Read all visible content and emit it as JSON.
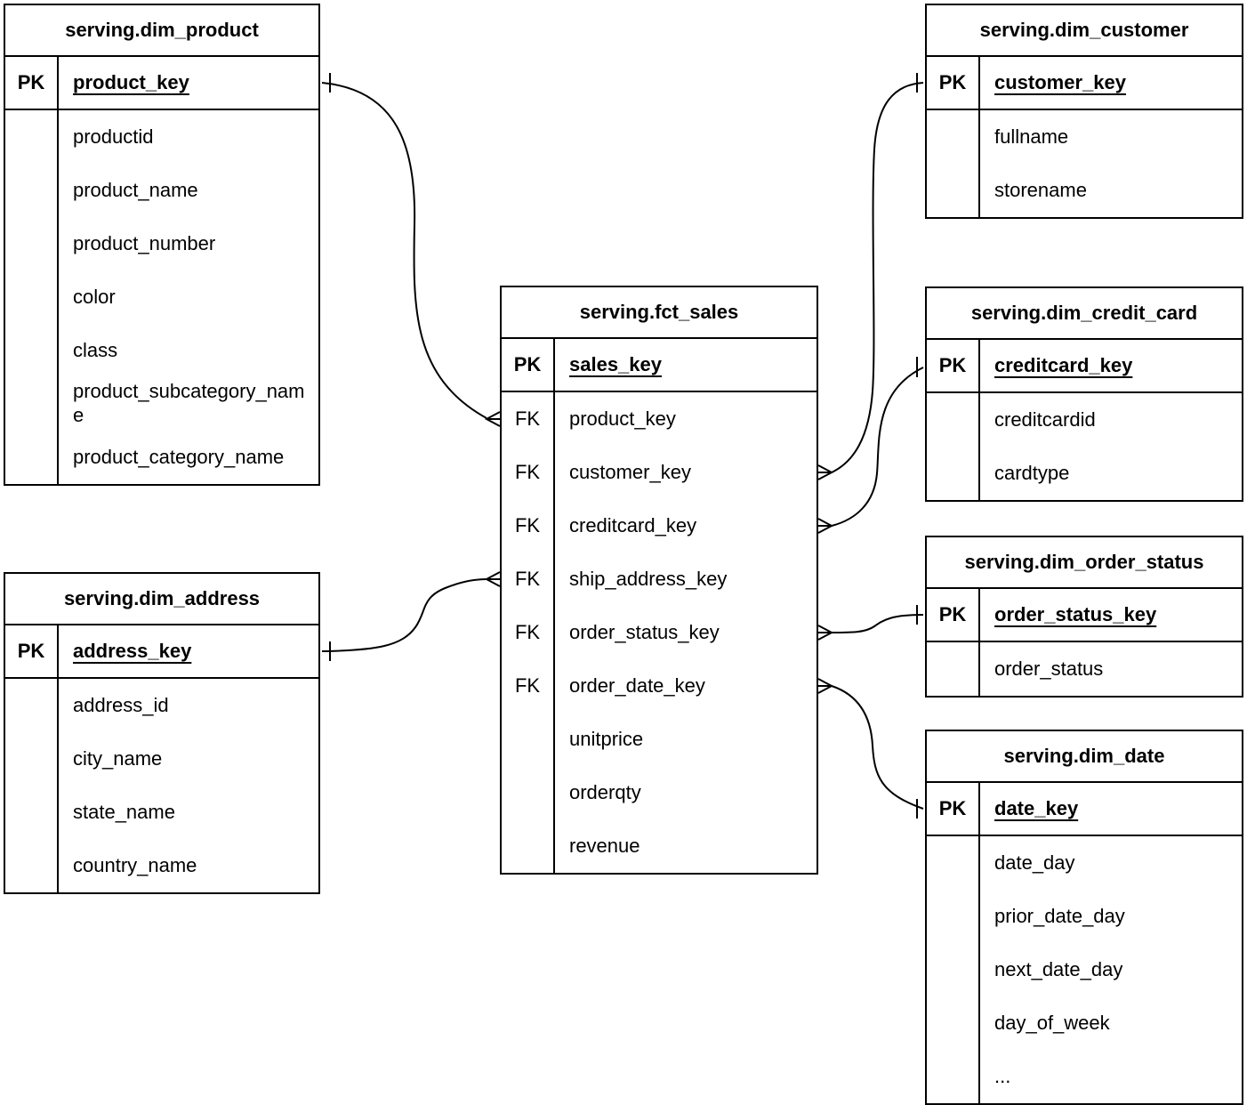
{
  "colors": {
    "line": "#000000",
    "background": "#ffffff",
    "text": "#000000"
  },
  "entities": [
    {
      "id": "dim_product",
      "title": "serving.dim_product",
      "pk": {
        "label": "PK",
        "field": "product_key"
      },
      "fields": [
        {
          "label": "",
          "name": "productid"
        },
        {
          "label": "",
          "name": "product_name"
        },
        {
          "label": "",
          "name": "product_number"
        },
        {
          "label": "",
          "name": "color"
        },
        {
          "label": "",
          "name": "class"
        },
        {
          "label": "",
          "name": "product_subcategory_name"
        },
        {
          "label": "",
          "name": "product_category_name"
        }
      ]
    },
    {
      "id": "dim_customer",
      "title": "serving.dim_customer",
      "pk": {
        "label": "PK",
        "field": "customer_key"
      },
      "fields": [
        {
          "label": "",
          "name": "fullname"
        },
        {
          "label": "",
          "name": "storename"
        }
      ]
    },
    {
      "id": "fct_sales",
      "title": "serving.fct_sales",
      "pk": {
        "label": "PK",
        "field": "sales_key"
      },
      "fields": [
        {
          "label": "FK",
          "name": "product_key"
        },
        {
          "label": "FK",
          "name": "customer_key"
        },
        {
          "label": "FK",
          "name": "creditcard_key"
        },
        {
          "label": "FK",
          "name": "ship_address_key"
        },
        {
          "label": "FK",
          "name": "order_status_key"
        },
        {
          "label": "FK",
          "name": "order_date_key"
        },
        {
          "label": "",
          "name": "unitprice"
        },
        {
          "label": "",
          "name": "orderqty"
        },
        {
          "label": "",
          "name": "revenue"
        }
      ]
    },
    {
      "id": "dim_credit_card",
      "title": "serving.dim_credit_card",
      "pk": {
        "label": "PK",
        "field": "creditcard_key"
      },
      "fields": [
        {
          "label": "",
          "name": "creditcardid"
        },
        {
          "label": "",
          "name": "cardtype"
        }
      ]
    },
    {
      "id": "dim_order_status",
      "title": "serving.dim_order_status",
      "pk": {
        "label": "PK",
        "field": "order_status_key"
      },
      "fields": [
        {
          "label": "",
          "name": "order_status"
        }
      ]
    },
    {
      "id": "dim_date",
      "title": "serving.dim_date",
      "pk": {
        "label": "PK",
        "field": "date_key"
      },
      "fields": [
        {
          "label": "",
          "name": "date_day"
        },
        {
          "label": "",
          "name": "prior_date_day"
        },
        {
          "label": "",
          "name": "next_date_day"
        },
        {
          "label": "",
          "name": "day_of_week"
        },
        {
          "label": "",
          "name": "..."
        }
      ]
    },
    {
      "id": "dim_address",
      "title": "serving.dim_address",
      "pk": {
        "label": "PK",
        "field": "address_key"
      },
      "fields": [
        {
          "label": "",
          "name": "address_id"
        },
        {
          "label": "",
          "name": "city_name"
        },
        {
          "label": "",
          "name": "state_name"
        },
        {
          "label": "",
          "name": "country_name"
        }
      ]
    }
  ],
  "relationships": [
    {
      "from": "serving.fct_sales.product_key",
      "to": "serving.dim_product.product_key",
      "from_end": "many",
      "to_end": "one"
    },
    {
      "from": "serving.fct_sales.customer_key",
      "to": "serving.dim_customer.customer_key",
      "from_end": "many",
      "to_end": "one"
    },
    {
      "from": "serving.fct_sales.creditcard_key",
      "to": "serving.dim_credit_card.creditcard_key",
      "from_end": "many",
      "to_end": "one"
    },
    {
      "from": "serving.fct_sales.ship_address_key",
      "to": "serving.dim_address.address_key",
      "from_end": "many",
      "to_end": "one"
    },
    {
      "from": "serving.fct_sales.order_status_key",
      "to": "serving.dim_order_status.order_status_key",
      "from_end": "many",
      "to_end": "one"
    },
    {
      "from": "serving.fct_sales.order_date_key",
      "to": "serving.dim_date.date_key",
      "from_end": "many",
      "to_end": "one"
    }
  ]
}
